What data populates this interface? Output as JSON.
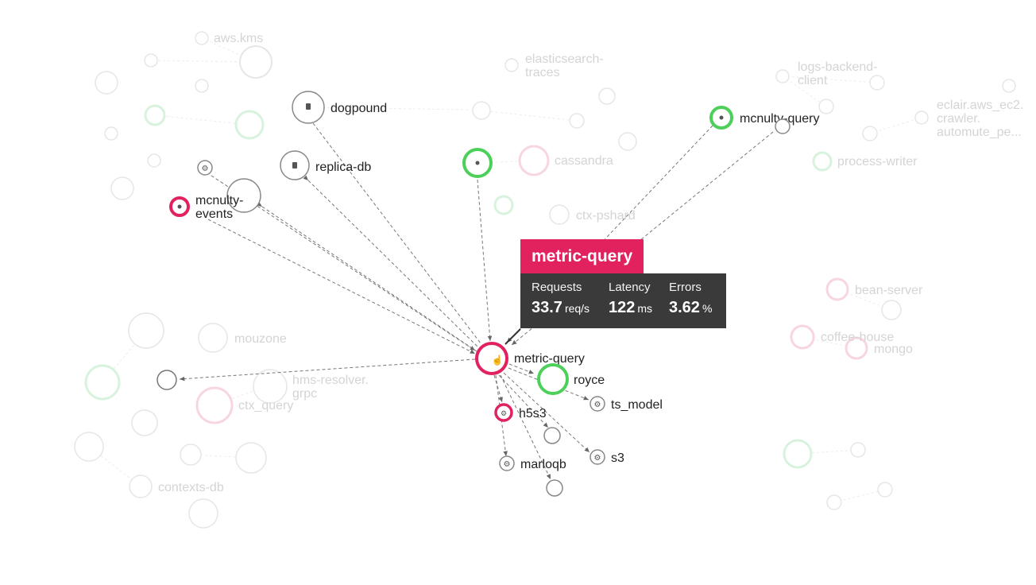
{
  "tooltip": {
    "title": "metric-query",
    "requests_label": "Requests",
    "requests_value": "33.7",
    "requests_unit": "req/s",
    "latency_label": "Latency",
    "latency_value": "122",
    "latency_unit": "ms",
    "errors_label": "Errors",
    "errors_value": "3.62",
    "errors_unit": "%"
  },
  "nodes": {
    "metric_query": "metric-query",
    "dogpound": "dogpound",
    "replica_db": "replica-db",
    "mcnulty_events_1": "mcnulty-",
    "mcnulty_events_2": "events",
    "mcnulty_query": "mcnulty-query",
    "royce": "royce",
    "ts_model": "ts_model",
    "h5s3": "h5s3",
    "marloqb": "marloqb",
    "s3": "s3"
  },
  "faded_labels": {
    "aws_kms": "aws.kms",
    "elasticsearch_1": "elasticsearch-",
    "elasticsearch_2": "traces",
    "logs_backend_1": "logs-backend-",
    "logs_backend_2": "client",
    "eclair_1": "eclair.aws_ec2.",
    "eclair_2": "crawler.",
    "eclair_3": "automute_pe...",
    "cassandra": "cassandra",
    "process_writer": "process-writer",
    "ctx_pshard": "ctx-pshard",
    "bean_server": "bean-server",
    "coffee_house": "coffee-house",
    "mongo": "mongo",
    "mouzone": "mouzone",
    "hms_resolver_1": "hms-resolver.",
    "hms_resolver_2": "grpc",
    "ctx_query": "ctx_query",
    "contexts_db": "contexts-db"
  },
  "colors": {
    "error": "#e2215f",
    "ok": "#4cd05a",
    "neutral": "#888888",
    "faded_ok": "#d8f3dd",
    "faded_error": "#f7d6df",
    "faded_neutral": "#e6e6e6",
    "tooltip_bg": "#3a3a3a"
  }
}
